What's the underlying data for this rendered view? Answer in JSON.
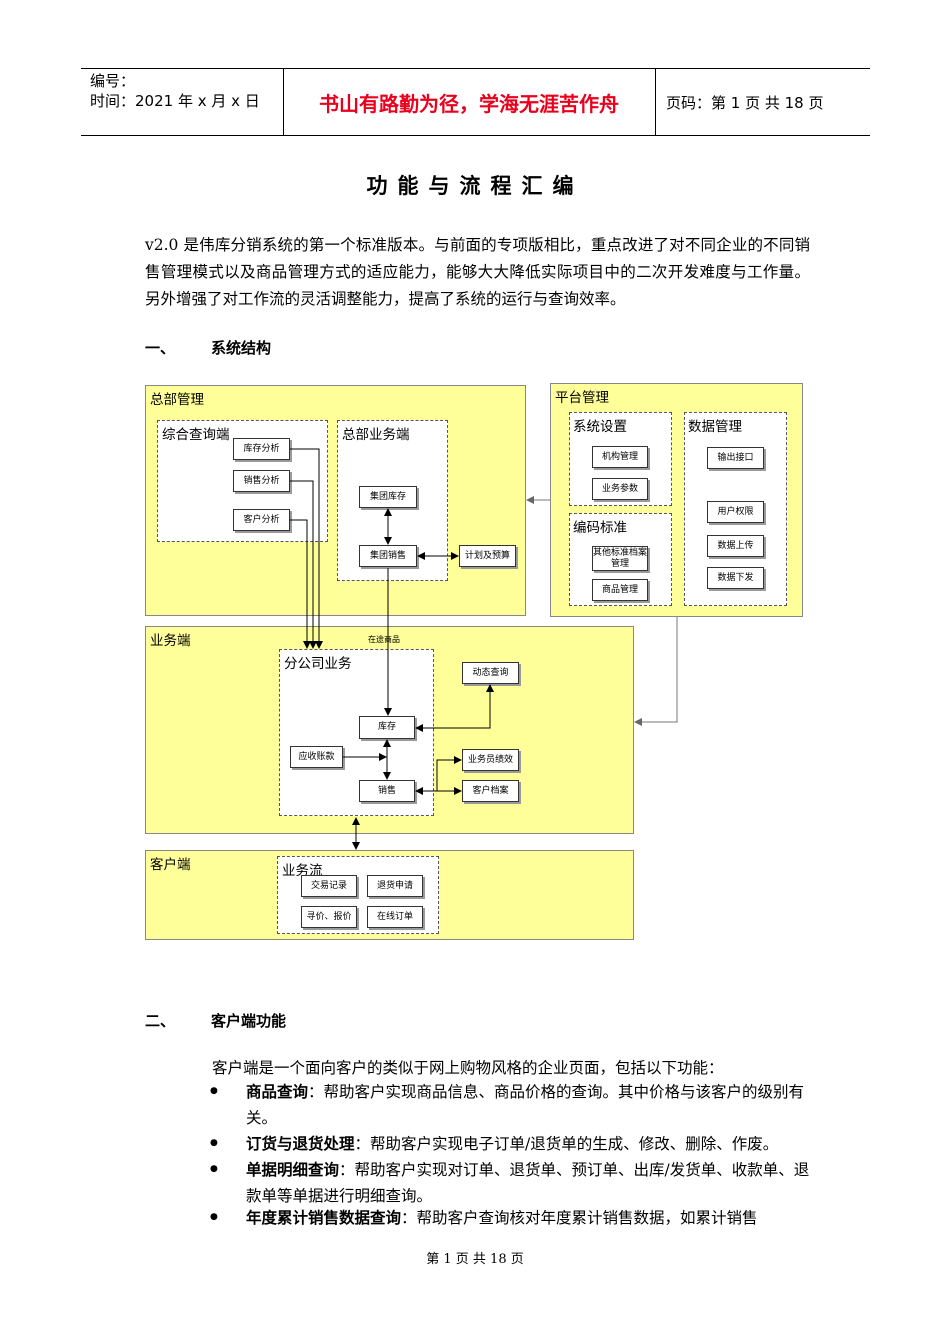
{
  "header": {
    "number_label": "编号：",
    "time_label": "时间：2021 年 x 月 x 日",
    "motto": "书山有路勤为径，学海无涯苦作舟",
    "page_label": "页码：第 1 页  共 18 页"
  },
  "title": "功能与流程汇编",
  "intro": "v2.0 是伟库分销系统的第一个标准版本。与前面的专项版相比，重点改进了对不同企业的不同销售管理模式以及商品管理方式的适应能力，能够大大降低实际项目中的二次开发难度与工作量。另外增强了对工作流的灵活调整能力，提高了系统的运行与查询效率。",
  "section1": {
    "num": "一、",
    "title": "系统结构"
  },
  "diagram": {
    "hq": {
      "title": "总部管理",
      "query": {
        "title": "综合查询端",
        "items": [
          "库存分析",
          "销售分析",
          "客户分析"
        ]
      },
      "business": {
        "title": "总部业务端",
        "stock": "集团库存",
        "sales": "集团销售",
        "plan": "计划及预算"
      }
    },
    "platform": {
      "title": "平台管理",
      "settings": {
        "title": "系统设置",
        "items": [
          "机构管理",
          "业务参数"
        ]
      },
      "coding": {
        "title": "编码标准",
        "items": [
          "其他标准档案管理",
          "商品管理"
        ]
      },
      "data": {
        "title": "数据管理",
        "items": [
          "输出接口",
          "用户权限",
          "数据上传",
          "数据下发"
        ]
      }
    },
    "business": {
      "title": "业务端",
      "transit": "在途商品",
      "branch": {
        "title": "分公司业务",
        "stock": "库存",
        "sales": "销售",
        "receivable": "应收账款"
      },
      "dynamic_query": "动态查询",
      "performance": "业务员绩效",
      "customer_file": "客户档案"
    },
    "client": {
      "title": "客户端",
      "flow": {
        "title": "业务流",
        "items": [
          "交易记录",
          "退货申请",
          "寻价、报价",
          "在线订单"
        ]
      }
    }
  },
  "section2": {
    "num": "二、",
    "title": "客户端功能"
  },
  "section2_intro": "客户端是一个面向客户的类似于网上购物风格的企业页面，包括以下功能：",
  "bullet_marker": "●",
  "bullets": [
    {
      "term": "商品查询",
      "text": "：帮助客户实现商品信息、商品价格的查询。其中价格与该客户的级别有关。"
    },
    {
      "term": "订货与退货处理",
      "text": "：帮助客户实现电子订单/退货单的生成、修改、删除、作废。"
    },
    {
      "term": "单据明细查询",
      "text": "：帮助客户实现对订单、退货单、预订单、出库/发货单、收款单、退款单等单据进行明细查询。"
    },
    {
      "term": "年度累计销售数据查询",
      "text": "：帮助客户查询核对年度累计销售数据，如累计销售"
    }
  ],
  "footer": "第 1 页 共 18 页"
}
